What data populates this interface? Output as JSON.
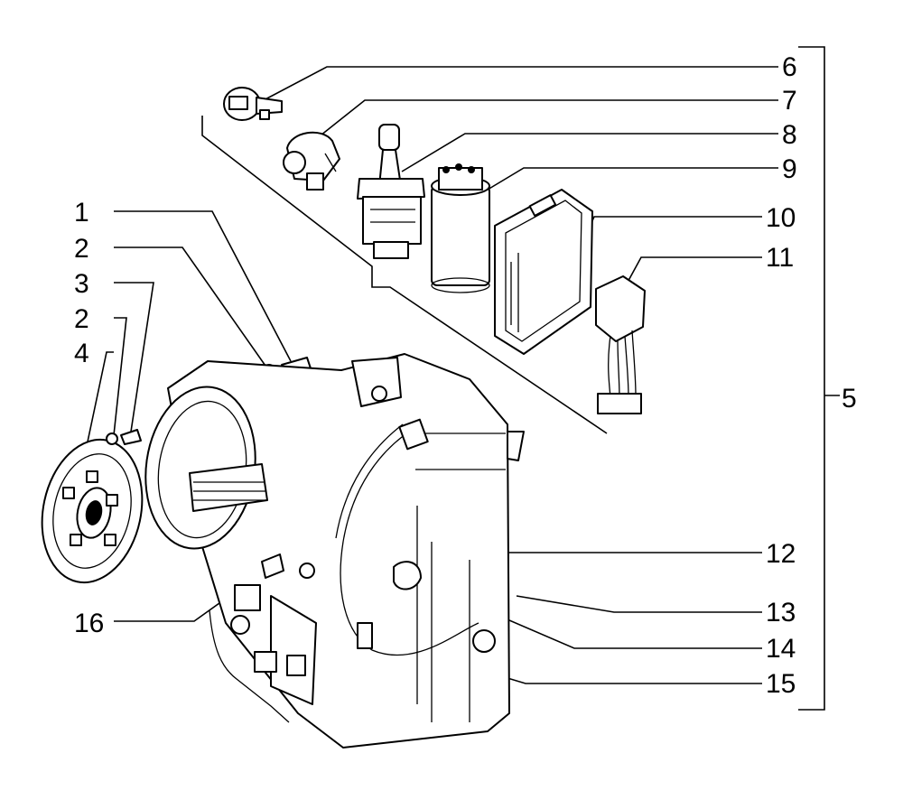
{
  "callouts": {
    "c1": "1",
    "c2a": "2",
    "c3": "3",
    "c2b": "2",
    "c4": "4",
    "c5": "5",
    "c6": "6",
    "c7": "7",
    "c8": "8",
    "c9": "9",
    "c10": "10",
    "c11": "11",
    "c12": "12",
    "c13": "13",
    "c14": "14",
    "c15": "15",
    "c16": "16"
  }
}
